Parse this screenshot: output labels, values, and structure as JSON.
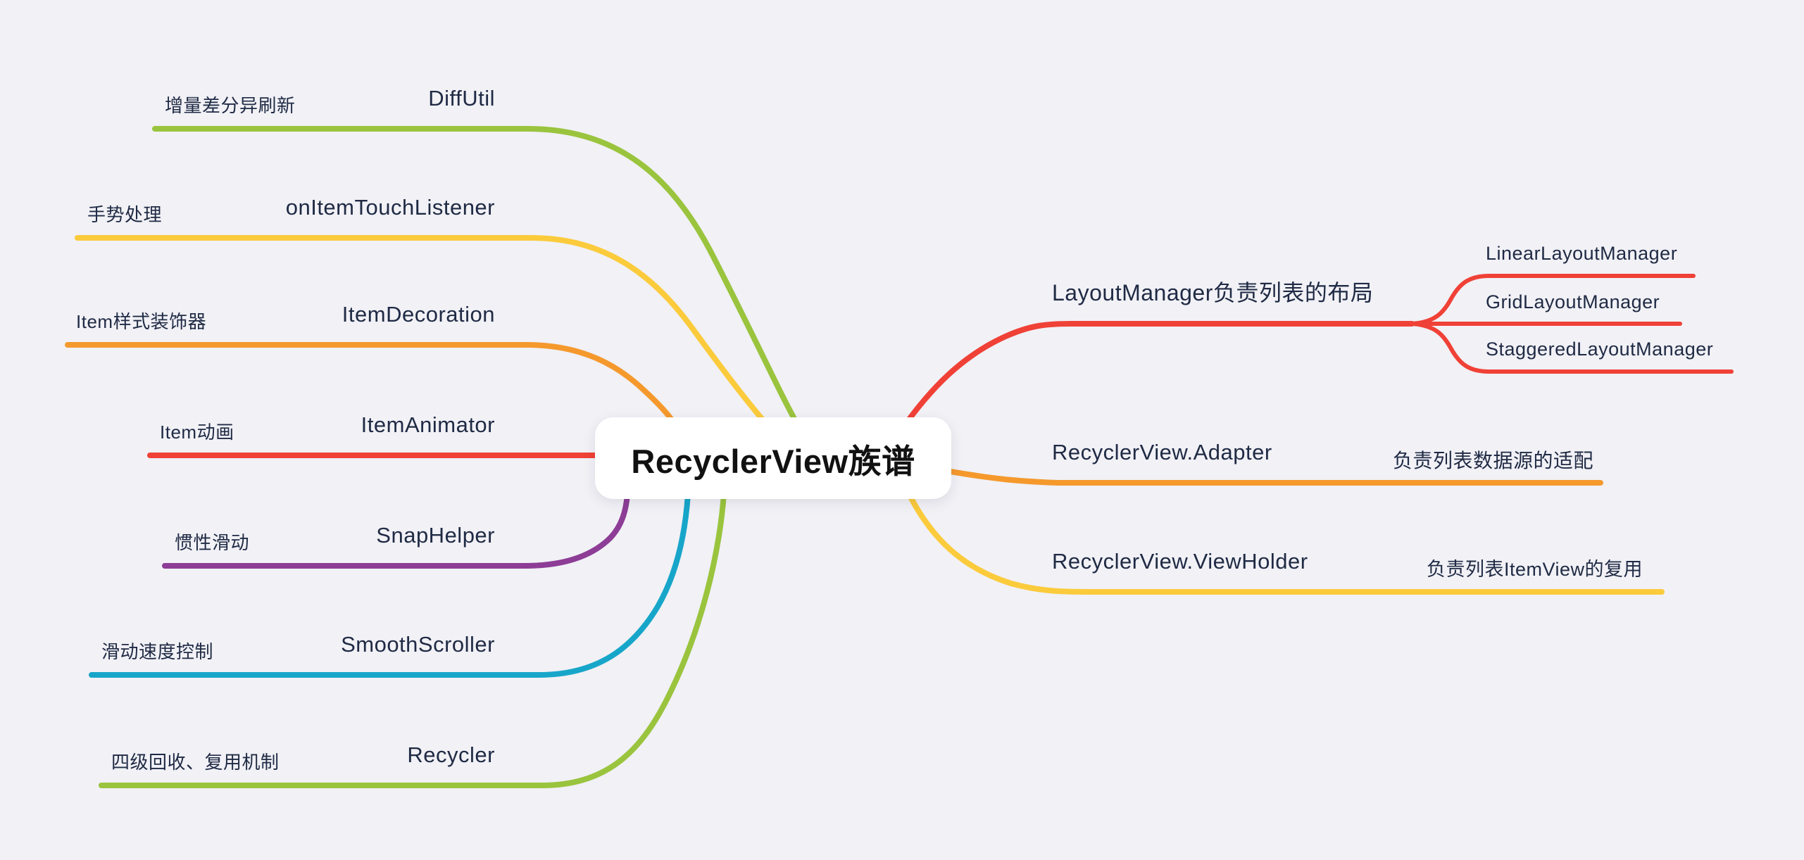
{
  "title": "RecyclerView族谱",
  "background": "#F1F1F6",
  "text_color": "#1F2A44",
  "left_branches": [
    {
      "label": "DiffUtil",
      "note": "增量差分异刷新",
      "color": "#9AC43D"
    },
    {
      "label": "onItemTouchListener",
      "note": "手势处理",
      "color": "#FBCB3C"
    },
    {
      "label": "ItemDecoration",
      "note": "Item样式装饰器",
      "color": "#F5992D"
    },
    {
      "label": "ItemAnimator",
      "note": "Item动画",
      "color": "#F04137"
    },
    {
      "label": "SnapHelper",
      "note": "惯性滑动",
      "color": "#8D3D96"
    },
    {
      "label": "SmoothScroller",
      "note": "滑动速度控制",
      "color": "#17A6C9"
    },
    {
      "label": "Recycler",
      "note": "四级回收、复用机制",
      "color": "#9AC43D"
    }
  ],
  "right_branches": [
    {
      "label": "LayoutManager负责列表的布局",
      "color": "#F04137",
      "children": [
        {
          "label": "LinearLayoutManager"
        },
        {
          "label": "GridLayoutManager"
        },
        {
          "label": "StaggeredLayoutManager"
        }
      ]
    },
    {
      "label": "RecyclerView.Adapter",
      "note": "负责列表数据源的适配",
      "color": "#F5992D"
    },
    {
      "label": "RecyclerView.ViewHolder",
      "note": "负责列表ItemView的复用",
      "color": "#FBCB3C"
    }
  ]
}
